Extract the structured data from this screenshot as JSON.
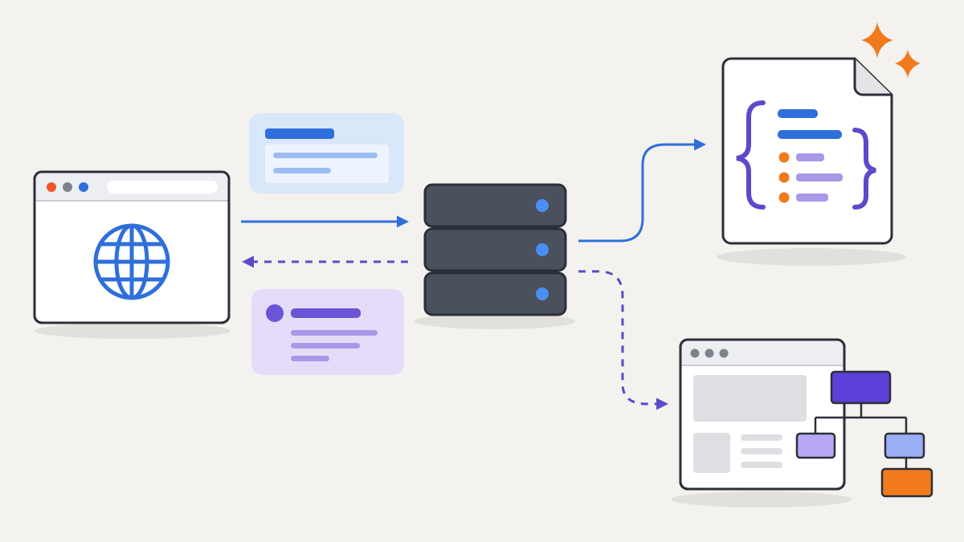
{
  "colors": {
    "background": "#f4f2ee",
    "outline": "#2b2f38",
    "blue": "#2f6fdb",
    "blue_light": "#d9e7fb",
    "blue_soft": "#9dbdf2",
    "purple": "#5b4bc9",
    "purple_light": "#e4dcf8",
    "purple_soft": "#a998e8",
    "orange": "#f07a1c",
    "server_body": "#4a505c",
    "server_led": "#4b8ef3",
    "traffic_red": "#f0552c",
    "traffic_gray": "#7d828c",
    "traffic_blue": "#2f6fdb",
    "gray_block": "#dedfe3",
    "shadow": "#e2e0db"
  },
  "icons": {
    "client_browser": "browser-window-icon",
    "globe": "globe-icon",
    "server": "server-stack-icon",
    "json_file": "json-document-icon",
    "sparkles": "sparkle-icon",
    "rendered_page": "web-page-layout-icon",
    "tree": "dom-tree-icon"
  },
  "flows": {
    "request": "solid-arrow-right",
    "response": "dashed-arrow-left",
    "to_json": "solid-curved-arrow",
    "to_page": "dashed-curved-arrow"
  }
}
